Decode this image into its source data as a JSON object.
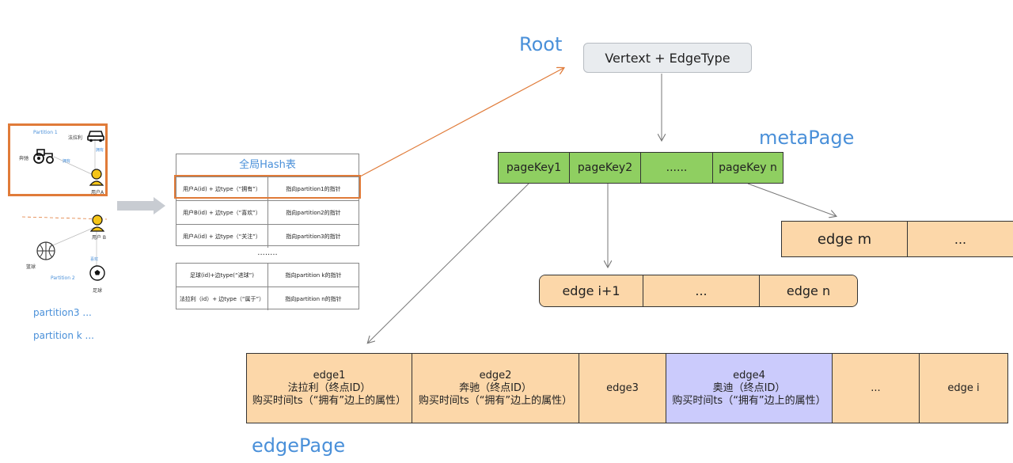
{
  "colors": {
    "heading_blue": "#4a90d9",
    "highlight_orange": "#e07b39",
    "meta_green": "#8fcf61",
    "edge_orange": "#fcd7a9",
    "edge_purple": "#cbcbfc",
    "root_gray": "#e9ecef"
  },
  "left_graph": {
    "partition1": "Partition 1",
    "partition2": "Partition 2",
    "ferrari": "法拉利",
    "benz": "奔驰",
    "own": "拥有",
    "userA": "用户A",
    "userB": "用户 B",
    "basketball": "篮球",
    "football": "足球",
    "like": "喜欢",
    "partition3": "partition3 ...",
    "partitionk": "partition k ..."
  },
  "hash_table": {
    "title": "全局Hash表",
    "rows": [
      {
        "key": "用户A(id) + 边type（“拥有”）",
        "value": "指向partition1的指针"
      },
      {
        "key": "用户B(id) + 边type（“喜欢”）",
        "value": "指向partition2的指针"
      },
      {
        "key": "用户A(id) + 边type（“关注”）",
        "value": "指向partition3的指针"
      }
    ],
    "dots": "........",
    "rows2": [
      {
        "key": "足球(id)+边type(“进球”)",
        "value": "指向partition k的指针"
      },
      {
        "key": "法拉利（id）+ 边type（“属于”）",
        "value": "指向partition n的指针"
      }
    ]
  },
  "root": {
    "heading": "Root",
    "box": "Vertext + EdgeType"
  },
  "meta_page": {
    "heading": "metaPage",
    "cells": [
      "pageKey1",
      "pageKey2",
      "......",
      "pageKey n"
    ]
  },
  "edge_m_row": {
    "cells": [
      "edge m",
      "..."
    ]
  },
  "edge_i_row": {
    "cells": [
      "edge i+1",
      "...",
      "edge n"
    ]
  },
  "edge_page": {
    "heading": "edgePage",
    "cells": [
      {
        "lines": [
          "edge1",
          "法拉利（终点ID）",
          "购买时间ts（“拥有”边上的属性）"
        ]
      },
      {
        "lines": [
          "edge2",
          "奔驰（终点ID）",
          "购买时间ts（“拥有”边上的属性）"
        ]
      },
      {
        "lines": [
          "edge3"
        ]
      },
      {
        "lines": [
          "edge4",
          "奥迪（终点ID）",
          "购买时间ts（“拥有”边上的属性）"
        ]
      },
      {
        "lines": [
          "..."
        ]
      },
      {
        "lines": [
          "edge i"
        ]
      }
    ]
  }
}
